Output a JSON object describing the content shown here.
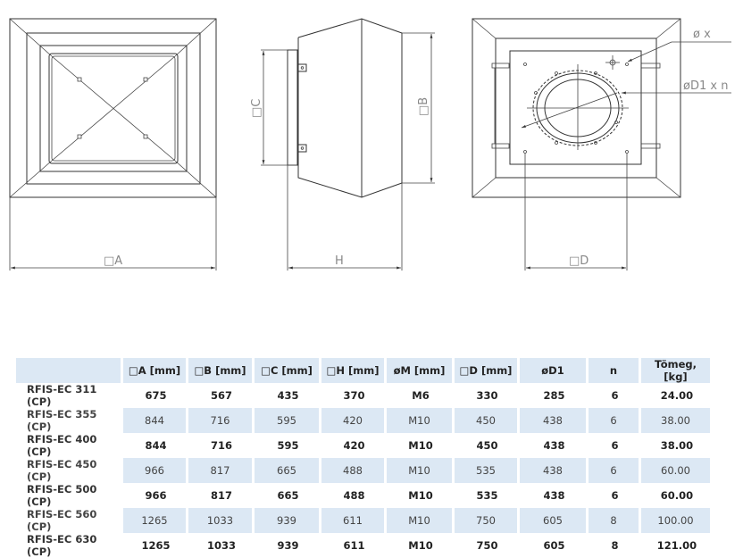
{
  "drawings": {
    "front_label": "□A",
    "side_label_c": "□C",
    "side_label_b": "□B",
    "side_label_h": "H",
    "back_label_d": "□D",
    "back_label_x": "ø x",
    "back_label_d1": "øD1 x n"
  },
  "table": {
    "headers": [
      "",
      "□A [mm]",
      "□B [mm]",
      "□C [mm]",
      "□H [mm]",
      "øM [mm]",
      "□D [mm]",
      "øD1",
      "n",
      "Tömeg, [kg]"
    ],
    "rows": [
      [
        "RFIS-EC 311 (CP)",
        "675",
        "567",
        "435",
        "370",
        "M6",
        "330",
        "285",
        "6",
        "24.00"
      ],
      [
        "RFIS-EC 355 (CP)",
        "844",
        "716",
        "595",
        "420",
        "M10",
        "450",
        "438",
        "6",
        "38.00"
      ],
      [
        "RFIS-EC 400 (CP)",
        "844",
        "716",
        "595",
        "420",
        "M10",
        "450",
        "438",
        "6",
        "38.00"
      ],
      [
        "RFIS-EC 450 (CP)",
        "966",
        "817",
        "665",
        "488",
        "M10",
        "535",
        "438",
        "6",
        "60.00"
      ],
      [
        "RFIS-EC 500 (CP)",
        "966",
        "817",
        "665",
        "488",
        "M10",
        "535",
        "438",
        "6",
        "60.00"
      ],
      [
        "RFIS-EC 560 (CP)",
        "1265",
        "1033",
        "939",
        "611",
        "M10",
        "750",
        "605",
        "8",
        "100.00"
      ],
      [
        "RFIS-EC 630 (CP)",
        "1265",
        "1033",
        "939",
        "611",
        "M10",
        "750",
        "605",
        "8",
        "121.00"
      ]
    ]
  }
}
